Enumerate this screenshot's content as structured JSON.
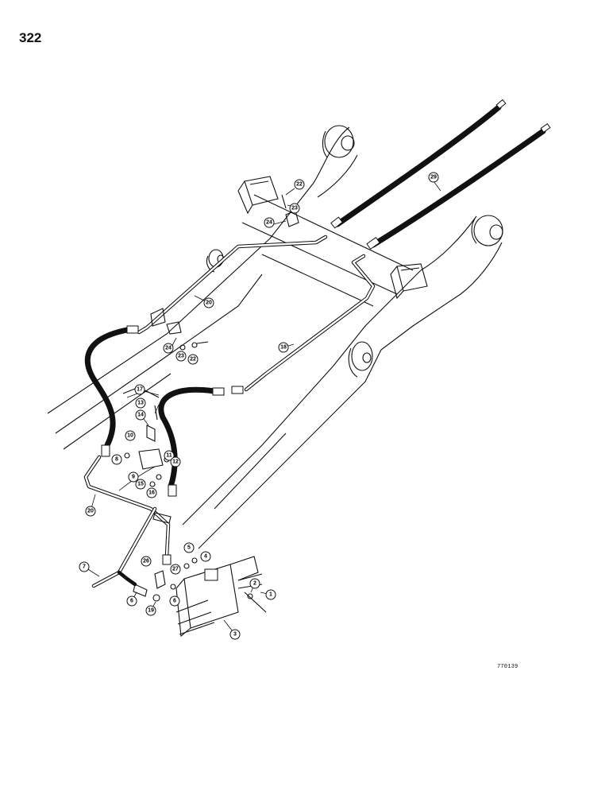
{
  "page": {
    "number": "322",
    "figure_code": "770139"
  },
  "callouts": [
    {
      "id": "c1",
      "label": "1"
    },
    {
      "id": "c2",
      "label": "2"
    },
    {
      "id": "c3",
      "label": "3"
    },
    {
      "id": "c4",
      "label": "4"
    },
    {
      "id": "c5",
      "label": "5"
    },
    {
      "id": "c6a",
      "label": "6"
    },
    {
      "id": "c6b",
      "label": "6"
    },
    {
      "id": "c7",
      "label": "7"
    },
    {
      "id": "c8",
      "label": "8"
    },
    {
      "id": "c9",
      "label": "9"
    },
    {
      "id": "c10",
      "label": "10"
    },
    {
      "id": "c11",
      "label": "11"
    },
    {
      "id": "c12",
      "label": "12"
    },
    {
      "id": "c13",
      "label": "13"
    },
    {
      "id": "c14",
      "label": "14"
    },
    {
      "id": "c15",
      "label": "15"
    },
    {
      "id": "c16",
      "label": "16"
    },
    {
      "id": "c17",
      "label": "17"
    },
    {
      "id": "c18",
      "label": "18"
    },
    {
      "id": "c19",
      "label": "19"
    },
    {
      "id": "c20a",
      "label": "20"
    },
    {
      "id": "c20b",
      "label": "20"
    },
    {
      "id": "c22a",
      "label": "22"
    },
    {
      "id": "c22b",
      "label": "22"
    },
    {
      "id": "c23a",
      "label": "23"
    },
    {
      "id": "c23b",
      "label": "23"
    },
    {
      "id": "c24a",
      "label": "24"
    },
    {
      "id": "c24b",
      "label": "24"
    },
    {
      "id": "c26",
      "label": "26"
    },
    {
      "id": "c27",
      "label": "27"
    },
    {
      "id": "c29",
      "label": "29"
    }
  ]
}
